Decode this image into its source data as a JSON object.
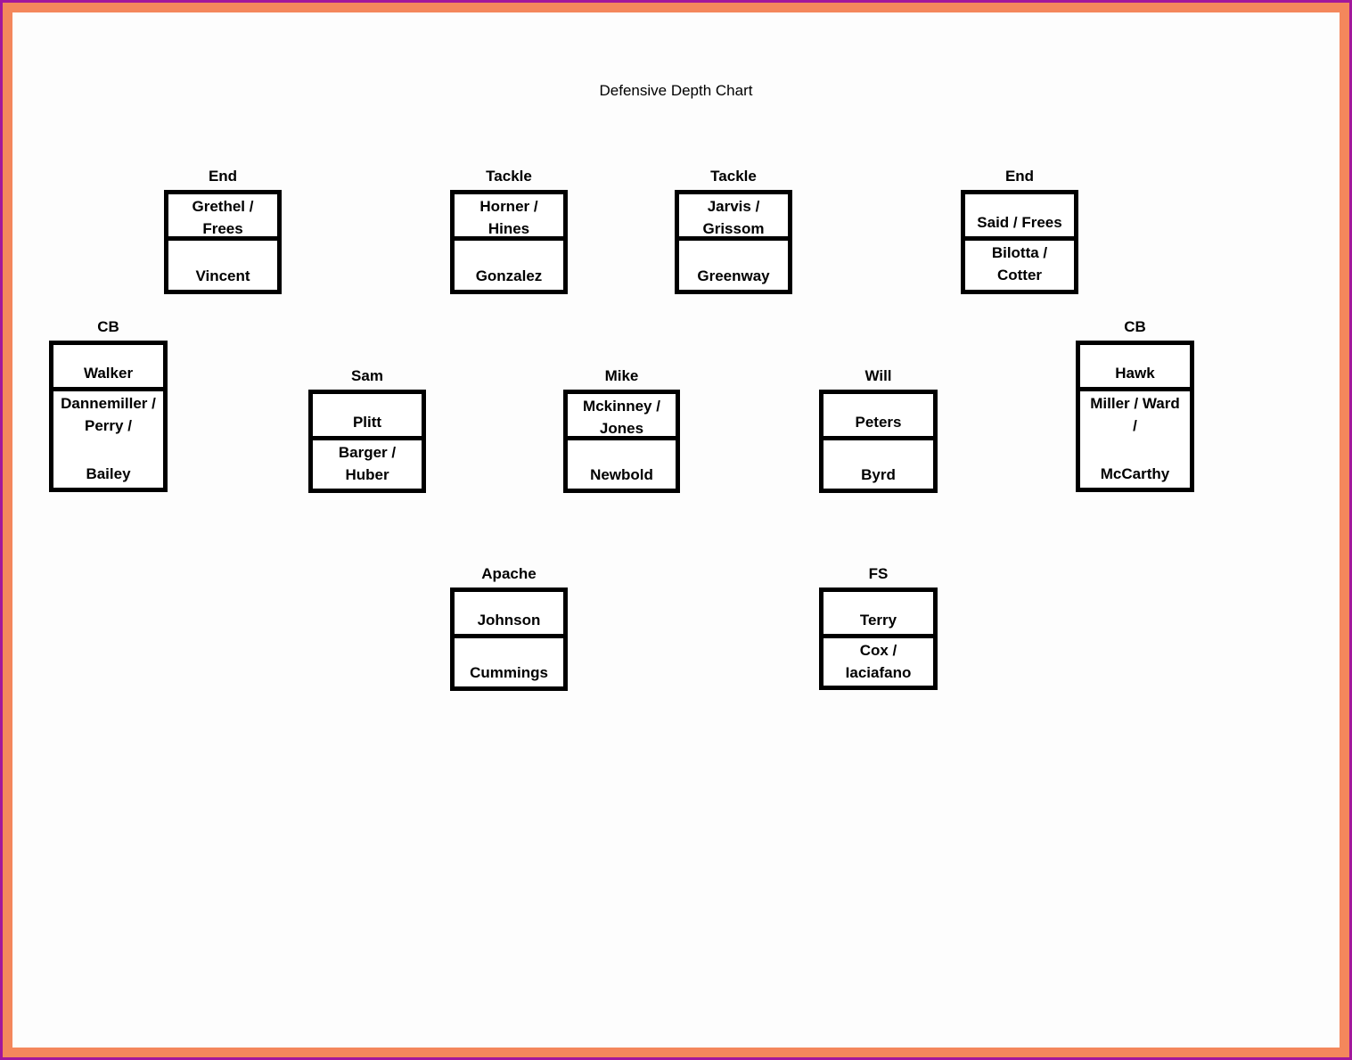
{
  "page": {
    "title": "Defensive Depth Chart"
  },
  "colors": {
    "outer_border": "#a2179b",
    "inner_border": "#f4875c",
    "box_border": "#000000",
    "background": "#ffffff",
    "text": "#000000"
  },
  "positions": [
    {
      "id": "end-left",
      "label": "End",
      "cells": [
        {
          "text": "Grethel /\nFrees"
        },
        {
          "text": "Vincent"
        }
      ]
    },
    {
      "id": "tackle-left",
      "label": "Tackle",
      "cells": [
        {
          "text": "Horner /\nHines"
        },
        {
          "text": "Gonzalez"
        }
      ]
    },
    {
      "id": "tackle-right",
      "label": "Tackle",
      "cells": [
        {
          "text": "Jarvis /\nGrissom"
        },
        {
          "text": "Greenway"
        }
      ]
    },
    {
      "id": "end-right",
      "label": "End",
      "cells": [
        {
          "text": "Said / Frees"
        },
        {
          "text": "Bilotta /\nCotter"
        }
      ]
    },
    {
      "id": "cb-left",
      "label": "CB",
      "cells": [
        {
          "text": "Walker"
        },
        {
          "text": "Dannemiller /\nPerry /",
          "text2": "Bailey"
        }
      ]
    },
    {
      "id": "sam",
      "label": "Sam",
      "cells": [
        {
          "text": "Plitt"
        },
        {
          "text": "Barger /\nHuber"
        }
      ]
    },
    {
      "id": "mike",
      "label": "Mike",
      "cells": [
        {
          "text": "Mckinney /\nJones"
        },
        {
          "text": "Newbold"
        }
      ]
    },
    {
      "id": "will",
      "label": "Will",
      "cells": [
        {
          "text": "Peters"
        },
        {
          "text": "Byrd"
        }
      ]
    },
    {
      "id": "cb-right",
      "label": "CB",
      "cells": [
        {
          "text": "Hawk"
        },
        {
          "text": "Miller / Ward\n/",
          "text2": "McCarthy"
        }
      ]
    },
    {
      "id": "apache",
      "label": "Apache",
      "cells": [
        {
          "text": "Johnson"
        },
        {
          "text": "Cummings"
        }
      ]
    },
    {
      "id": "fs",
      "label": "FS",
      "cells": [
        {
          "text": "Terry"
        },
        {
          "text": "Cox /\nIaciafano"
        }
      ]
    }
  ]
}
